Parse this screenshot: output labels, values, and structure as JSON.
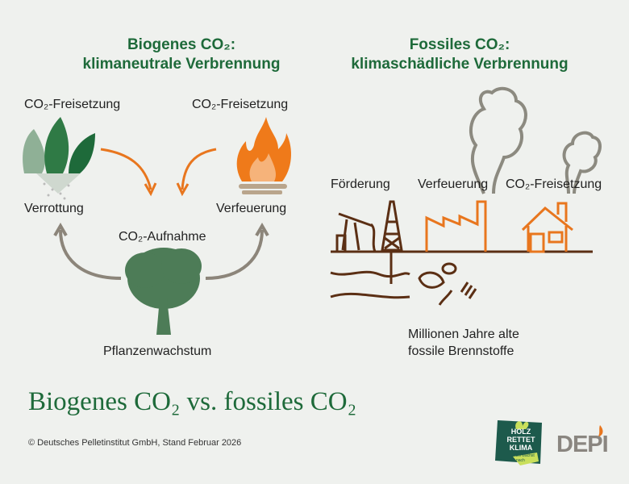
{
  "biogenic": {
    "title_line1": "Biogenes CO₂:",
    "title_line2": "klimaneutrale Verbrennung",
    "release_left": "CO₂-Freisetzung",
    "release_right": "CO₂-Freisetzung",
    "rotting": "Verrottung",
    "combustion": "Verfeuerung",
    "uptake": "CO₂-Aufnahme",
    "growth": "Pflanzenwachstum"
  },
  "fossil": {
    "title_line1": "Fossiles CO₂:",
    "title_line2": "klimaschädliche Verbrennung",
    "extraction": "Förderung",
    "combustion": "Verfeuerung",
    "release": "CO₂-Freisetzung",
    "caption_line1": "Millionen Jahre alte",
    "caption_line2": "fossile Brennstoffe"
  },
  "main_title": "Biogenes CO₂ vs. fossiles CO₂",
  "copyright": "© Deutsches Pelletinstitut GmbH, Stand Februar 2026",
  "logos": {
    "holz_line1": "HOLZ",
    "holz_line2": "RETTET",
    "holz_line3": "KLIMA",
    "holz_tag": "Es wächst nach",
    "depi": "DEPI"
  },
  "colors": {
    "green": "#1e6a3a",
    "orange": "#e8761e",
    "brown": "#5b2f14",
    "smoke": "#8c8a80",
    "tree": "#4d7c57",
    "background": "#eff1ee"
  }
}
